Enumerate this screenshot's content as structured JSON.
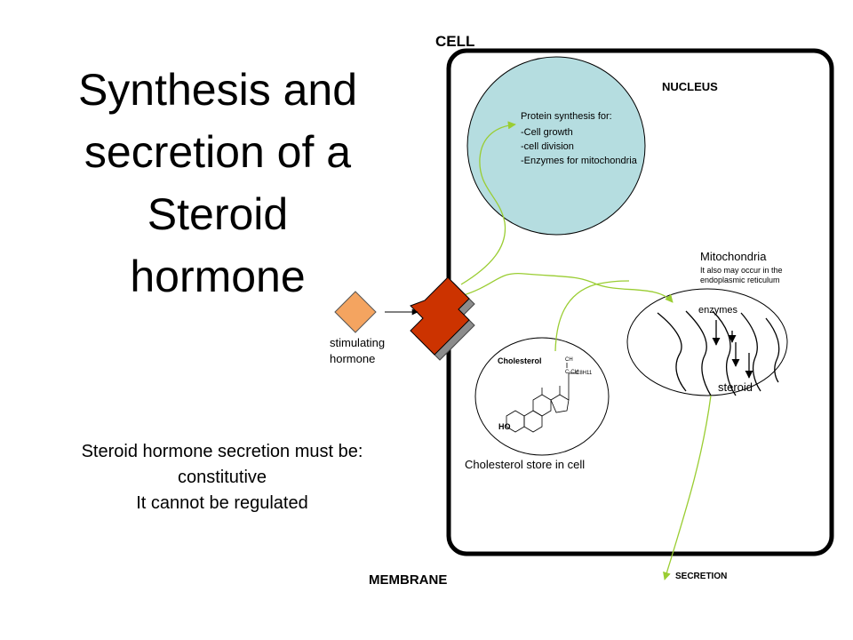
{
  "title_lines": [
    "Synthesis and",
    "secretion of a",
    "Steroid",
    "hormone"
  ],
  "note_lines": [
    "Steroid hormone secretion must be:",
    "constitutive",
    "It cannot be regulated"
  ],
  "labels": {
    "cell": "CELL",
    "nucleus": "NUCLEUS",
    "membrane": "MEMBRANE",
    "secretion": "SECRETION",
    "stimulating_1": "stimulating",
    "stimulating_2": "hormone",
    "cholesterol_store": "Cholesterol store in cell",
    "cholesterol": "Cholesterol",
    "ho": "HO",
    "mitochondria": "Mitochondria",
    "mito_note_1": "It also may occur in the",
    "mito_note_2": "endoplasmic reticulum",
    "enzymes": "enzymes",
    "steroid": "steroid",
    "chem_1": "CH",
    "chem_2": "C-CH",
    "chem_3": "C8H11"
  },
  "nucleus_text": [
    "Protein synthesis for:",
    "-Cell growth",
    "-cell division",
    "-Enzymes for mitochondria"
  ],
  "colors": {
    "nucleus_fill": "#b5dde0",
    "arrow_green": "#9acd32",
    "receptor_red": "#cc3300",
    "receptor_shadow": "#8c8c8c",
    "hormone_fill": "#f4a460",
    "outline": "#000000"
  },
  "icons": {
    "hormone": "diamond-hormone-icon",
    "receptor": "receptor-block-icon"
  }
}
